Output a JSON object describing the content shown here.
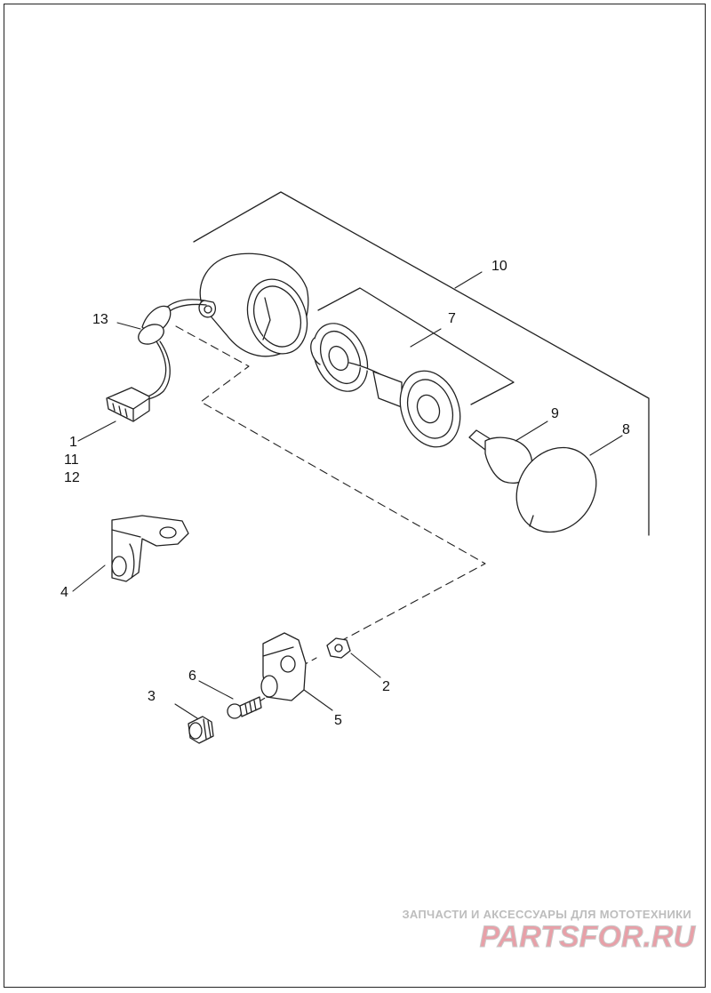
{
  "callouts": {
    "c1": "1",
    "c11": "11",
    "c12": "12",
    "c2": "2",
    "c3": "3",
    "c4": "4",
    "c5": "5",
    "c6": "6",
    "c7": "7",
    "c8": "8",
    "c9": "9",
    "c10": "10",
    "c13": "13"
  },
  "watermark": {
    "tagline": "ЗАПЧАСТИ И АКСЕССУАРЫ ДЛЯ МОТОТЕХНИКИ",
    "logo": "PARTSFOR.RU"
  },
  "colors": {
    "line": "#222222",
    "watermark_gray": "#bdbdbd",
    "watermark_red": "#e8a0a8"
  }
}
